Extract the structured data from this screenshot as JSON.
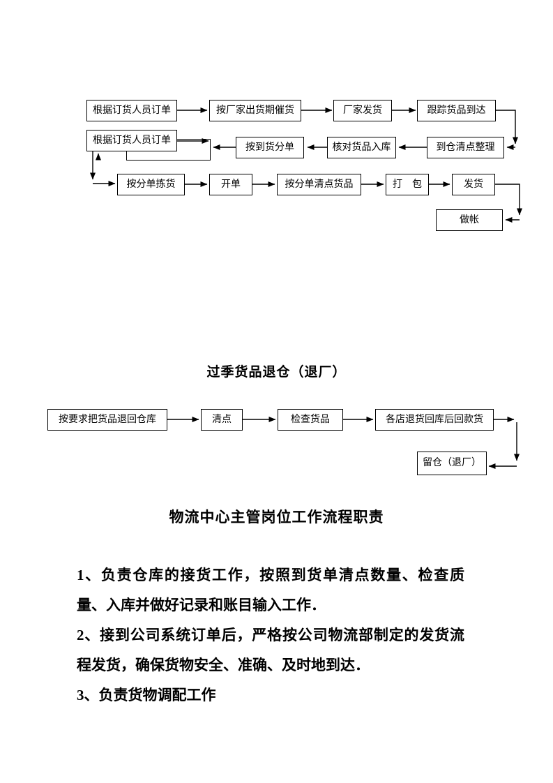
{
  "colors": {
    "background": "#ffffff",
    "box_border": "#000000",
    "arrow": "#000000",
    "text": "#000000"
  },
  "flow1": {
    "boxes": [
      {
        "label": "根据订货人员订单"
      },
      {
        "label": "按厂家出货期催货"
      },
      {
        "label": "厂家发货"
      },
      {
        "label": "跟踪货品到达"
      },
      {
        "label": "根据订货人员订单"
      },
      {
        "label": ""
      },
      {
        "label": "按到货分单"
      },
      {
        "label": "核对货品入库"
      },
      {
        "label": "到仓清点整理"
      },
      {
        "label": "按分单拣货"
      },
      {
        "label": "开单"
      },
      {
        "label": "按分单清点货品"
      },
      {
        "label": "打　包"
      },
      {
        "label": "发货"
      },
      {
        "label": "做帐"
      }
    ]
  },
  "section2": {
    "title": "过季货品退仓（退厂）",
    "flow": {
      "boxes": [
        {
          "label": "按要求把货品退回仓库"
        },
        {
          "label": "清点"
        },
        {
          "label": "检查货品"
        },
        {
          "label": "各店退货回库后回款货"
        },
        {
          "label": "留仓（退厂）"
        }
      ]
    }
  },
  "section3": {
    "heading": "物流中心主管岗位工作流程职责",
    "paragraphs": [
      "1、负责仓库的接货工作，按照到货单清点数量、检查质量、入库并做好记录和账目输入工作．",
      "2、接到公司系统订单后，严格按公司物流部制定的发货流程发货，确保货物安全、准确、及时地到达．",
      "3、负责货物调配工作"
    ]
  }
}
